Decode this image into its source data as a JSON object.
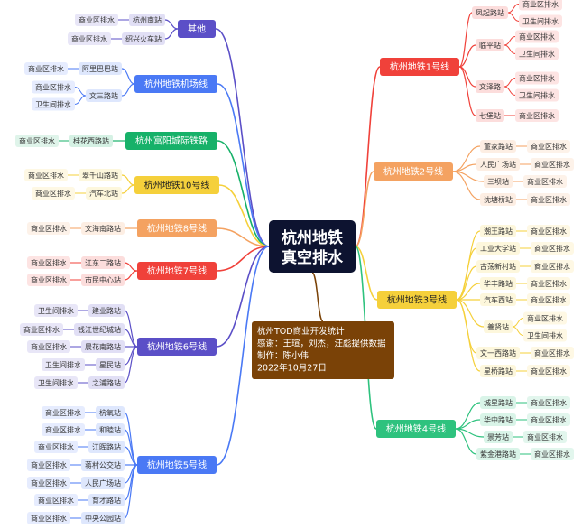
{
  "center": {
    "line1": "杭州地铁",
    "line2": "真空排水"
  },
  "note": {
    "lines": [
      "杭州TOD商业开发统计",
      "感谢：王瑄，刘杰，汪彪提供数据",
      "制作：陈小伟",
      "2022年10月27日"
    ]
  },
  "branches": [
    {
      "id": "l1",
      "label": "杭州地铁1号线",
      "color": "#f0413a",
      "side": "right",
      "stations": [
        {
          "name": "凤起路站",
          "items": [
            "商业区排水",
            "卫生间排水"
          ]
        },
        {
          "name": "临平站",
          "items": [
            "商业区排水",
            "卫生间排水"
          ]
        },
        {
          "name": "文泽路",
          "items": [
            "商业区排水",
            "卫生间排水"
          ]
        },
        {
          "name": "七堡站",
          "items": [
            "商业区排水"
          ]
        }
      ]
    },
    {
      "id": "l2",
      "label": "杭州地铁2号线",
      "color": "#f4a261",
      "side": "right",
      "stations": [
        {
          "name": "董家路站",
          "items": [
            "商业区排水"
          ]
        },
        {
          "name": "人民广场站",
          "items": [
            "商业区排水"
          ]
        },
        {
          "name": "三坝站",
          "items": [
            "商业区排水"
          ]
        },
        {
          "name": "沈塘桥站",
          "items": [
            "商业区排水"
          ]
        }
      ]
    },
    {
      "id": "l3",
      "label": "杭州地铁3号线",
      "color": "#f5d03b",
      "side": "right",
      "stations": [
        {
          "name": "潮王路站",
          "items": [
            "商业区排水"
          ]
        },
        {
          "name": "工业大学站",
          "items": [
            "商业区排水"
          ]
        },
        {
          "name": "古荡新村站",
          "items": [
            "商业区排水"
          ]
        },
        {
          "name": "华丰路站",
          "items": [
            "商业区排水"
          ]
        },
        {
          "name": "汽车西站",
          "items": [
            "商业区排水"
          ]
        },
        {
          "name": "善贤站",
          "items": [
            "商业区排水",
            "卫生间排水"
          ]
        },
        {
          "name": "文一西路站",
          "items": [
            "商业区排水"
          ]
        },
        {
          "name": "星桥路站",
          "items": [
            "商业区排水"
          ]
        }
      ]
    },
    {
      "id": "l4",
      "label": "杭州地铁4号线",
      "color": "#2ec27e",
      "side": "right",
      "stations": [
        {
          "name": "城星路站",
          "items": [
            "商业区排水"
          ]
        },
        {
          "name": "华中路站",
          "items": [
            "商业区排水"
          ]
        },
        {
          "name": "景芳站",
          "items": [
            "商业区排水"
          ]
        },
        {
          "name": "紫金港路站",
          "items": [
            "商业区排水"
          ]
        }
      ]
    },
    {
      "id": "other",
      "label": "其他",
      "color": "#5b4fc7",
      "side": "left",
      "stations": [
        {
          "name": "杭州南站",
          "items": [
            "商业区排水"
          ]
        },
        {
          "name": "绍兴火车站",
          "items": [
            "商业区排水"
          ]
        }
      ]
    },
    {
      "id": "airport",
      "label": "杭州地铁机场线",
      "color": "#4a79f5",
      "side": "left",
      "stations": [
        {
          "name": "阿里巴巴站",
          "items": [
            "商业区排水"
          ]
        },
        {
          "name": "文三路站",
          "items": [
            "商业区排水",
            "卫生间排水"
          ]
        }
      ]
    },
    {
      "id": "fuyang",
      "label": "杭州富阳城际铁路",
      "color": "#17b169",
      "side": "left",
      "stations": [
        {
          "name": "桂花西路站",
          "items": [
            "商业区排水"
          ]
        }
      ]
    },
    {
      "id": "l10",
      "label": "杭州地铁10号线",
      "color": "#f5d03b",
      "side": "left",
      "stations": [
        {
          "name": "翠千山路站",
          "items": [
            "商业区排水"
          ]
        },
        {
          "name": "汽车北站",
          "items": [
            "商业区排水"
          ]
        }
      ]
    },
    {
      "id": "l8",
      "label": "杭州地铁8号线",
      "color": "#f4a261",
      "side": "left",
      "stations": [
        {
          "name": "文海南路站",
          "items": [
            "商业区排水"
          ]
        }
      ]
    },
    {
      "id": "l7",
      "label": "杭州地铁7号线",
      "color": "#f0413a",
      "side": "left",
      "stations": [
        {
          "name": "江东二路站",
          "items": [
            "商业区排水"
          ]
        },
        {
          "name": "市民中心站",
          "items": [
            "商业区排水"
          ]
        }
      ]
    },
    {
      "id": "l6",
      "label": "杭州地铁6号线",
      "color": "#5b4fc7",
      "side": "left",
      "stations": [
        {
          "name": "建业路站",
          "items": [
            "卫生间排水"
          ]
        },
        {
          "name": "钱江世纪城站",
          "items": [
            "商业区排水"
          ]
        },
        {
          "name": "晨花南路站",
          "items": [
            "商业区排水"
          ]
        },
        {
          "name": "星民站",
          "items": [
            "卫生间排水"
          ]
        },
        {
          "name": "之浦路站",
          "items": [
            "卫生间排水"
          ]
        }
      ]
    },
    {
      "id": "l5",
      "label": "杭州地铁5号线",
      "color": "#4a79f5",
      "side": "left",
      "stations": [
        {
          "name": "杭氧站",
          "items": [
            "商业区排水"
          ]
        },
        {
          "name": "和睦站",
          "items": [
            "商业区排水"
          ]
        },
        {
          "name": "江晖路站",
          "items": [
            "商业区排水"
          ]
        },
        {
          "name": "蒋村公交站",
          "items": [
            "商业区排水"
          ]
        },
        {
          "name": "人民广场站",
          "items": [
            "商业区排水"
          ]
        },
        {
          "name": "育才路站",
          "items": [
            "商业区排水"
          ]
        },
        {
          "name": "中央公园站",
          "items": [
            "商业区排水"
          ]
        }
      ]
    }
  ]
}
